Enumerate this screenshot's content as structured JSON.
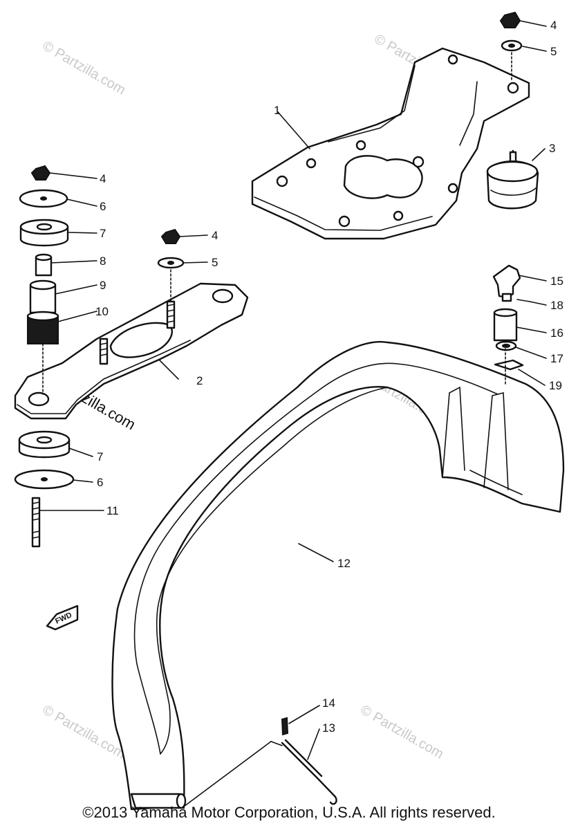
{
  "watermark": {
    "text": "© Partzilla.com"
  },
  "callouts": [
    {
      "label": "1"
    },
    {
      "label": "2"
    },
    {
      "label": "3"
    },
    {
      "label": "4"
    },
    {
      "label": "5"
    },
    {
      "label": "4"
    },
    {
      "label": "6"
    },
    {
      "label": "7"
    },
    {
      "label": "8"
    },
    {
      "label": "9"
    },
    {
      "label": "10"
    },
    {
      "label": "4"
    },
    {
      "label": "5"
    },
    {
      "label": "7"
    },
    {
      "label": "6"
    },
    {
      "label": "11"
    },
    {
      "label": "12"
    },
    {
      "label": "15"
    },
    {
      "label": "18"
    },
    {
      "label": "16"
    },
    {
      "label": "17"
    },
    {
      "label": "19"
    },
    {
      "label": "14"
    },
    {
      "label": "13"
    }
  ],
  "fwd_marker": "FWD",
  "footer": {
    "copyright": "©2013 Yamaha Motor Corporation, U.S.A. All rights reserved."
  }
}
